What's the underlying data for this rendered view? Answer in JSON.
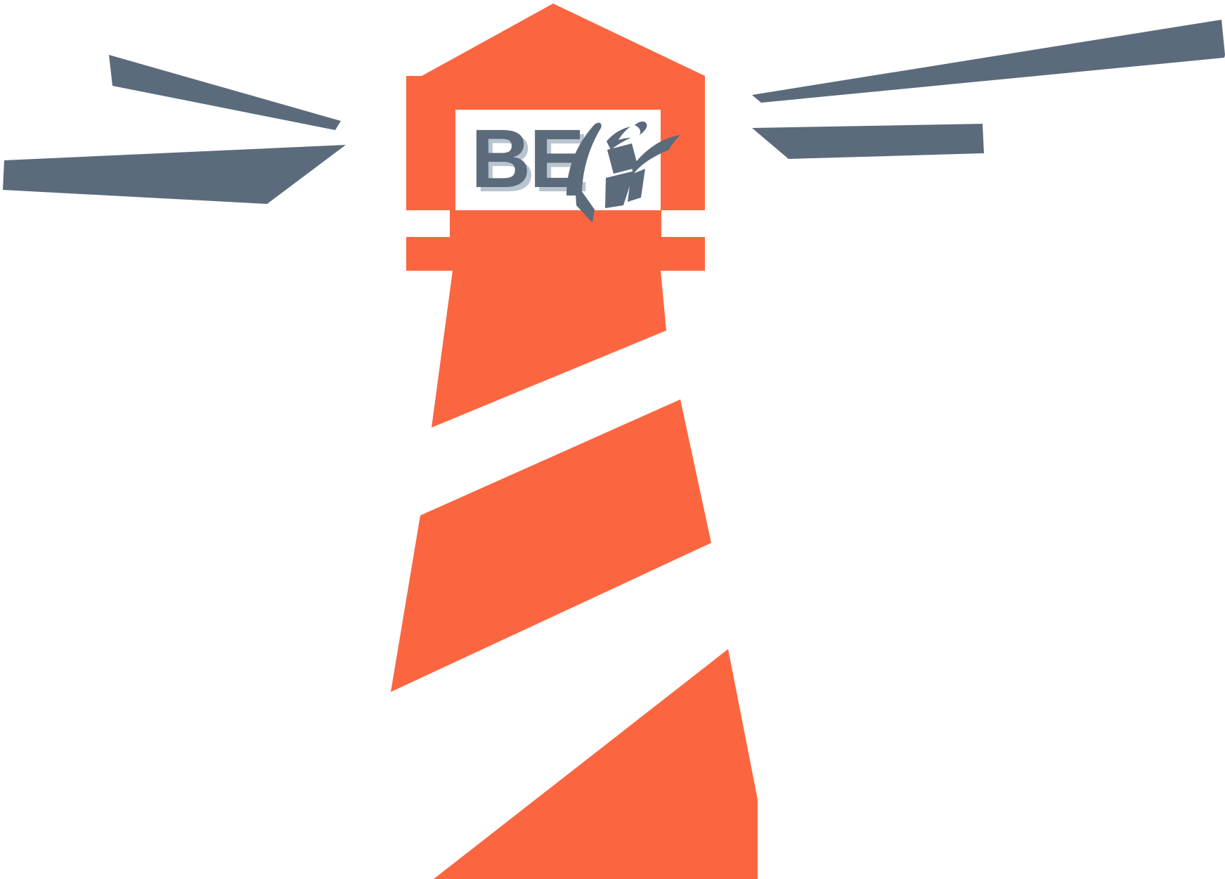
{
  "logo": {
    "brand_text": "BE",
    "alt_description": "Lighthouse logo with BE wordmark",
    "colors": {
      "beacon_orange": "#FB6640",
      "slate_blue": "#5B6B7B",
      "wordmark_shadow": "#B8C4CE",
      "window_white": "#FFFFFF",
      "background": "#FFFFFF"
    },
    "parts": {
      "roof_label": "lighthouse-roof",
      "lantern_room_label": "lantern-room",
      "window_label": "lantern-window",
      "gallery_label": "gallery-deck",
      "tower_stripe_1_label": "tower-stripe-upper",
      "tower_stripe_2_label": "tower-stripe-middle",
      "tower_stripe_3_label": "tower-stripe-lower"
    },
    "light_rays": {
      "left": [
        {
          "name": "left-ray-upper"
        },
        {
          "name": "left-ray-lower"
        }
      ],
      "right": [
        {
          "name": "right-ray-upper"
        },
        {
          "name": "right-ray-lower"
        }
      ]
    },
    "figure_mark": {
      "name": "celebrating-figure-mark",
      "elements": [
        "head-square",
        "raised-arm-left",
        "raised-arm-right",
        "body-swoosh",
        "leg-stroke"
      ]
    }
  }
}
